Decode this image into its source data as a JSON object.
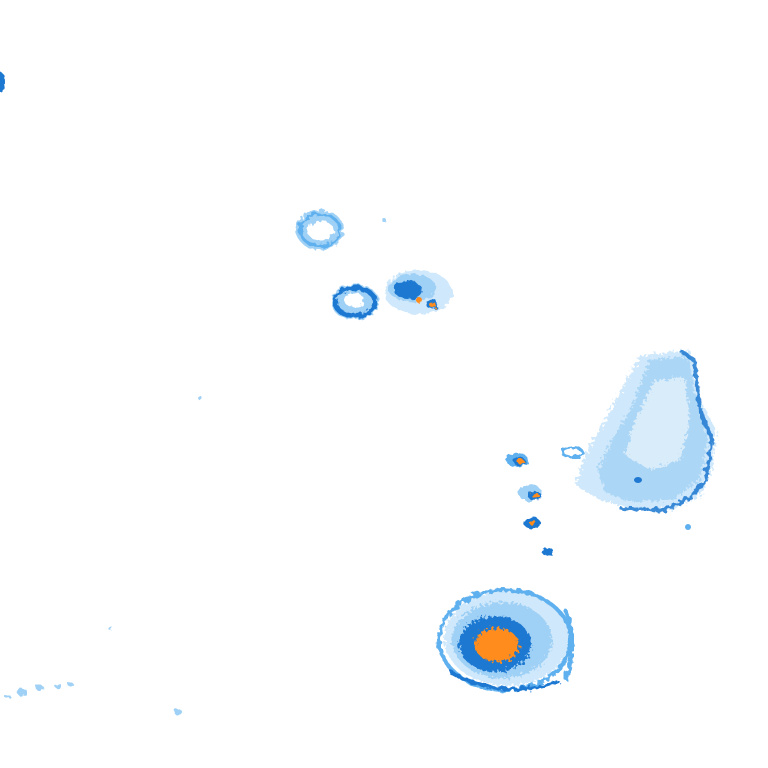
{
  "map": {
    "type": "precipitation-radar-overlay",
    "palette": {
      "background": "#ffffff",
      "very_light": "#cfe8fb",
      "light": "#9fd0f5",
      "medium": "#5fb0ee",
      "dark": "#1f78d1",
      "heavy": "#ff8c1a"
    },
    "cells": [
      {
        "name": "cell-left-edge",
        "intensity": "medium"
      },
      {
        "name": "cell-ring-small-north",
        "intensity": "light"
      },
      {
        "name": "cell-ring-west",
        "intensity": "dark"
      },
      {
        "name": "cell-cluster-center",
        "intensity": "heavy"
      },
      {
        "name": "cell-island-east",
        "intensity": "light"
      },
      {
        "name": "cell-chain-1",
        "intensity": "heavy"
      },
      {
        "name": "cell-chain-2",
        "intensity": "heavy"
      },
      {
        "name": "cell-chain-3",
        "intensity": "heavy"
      },
      {
        "name": "cell-chain-4",
        "intensity": "dark"
      },
      {
        "name": "cell-storm-south",
        "intensity": "heavy"
      },
      {
        "name": "cell-speckles-southwest",
        "intensity": "very_light"
      }
    ]
  }
}
